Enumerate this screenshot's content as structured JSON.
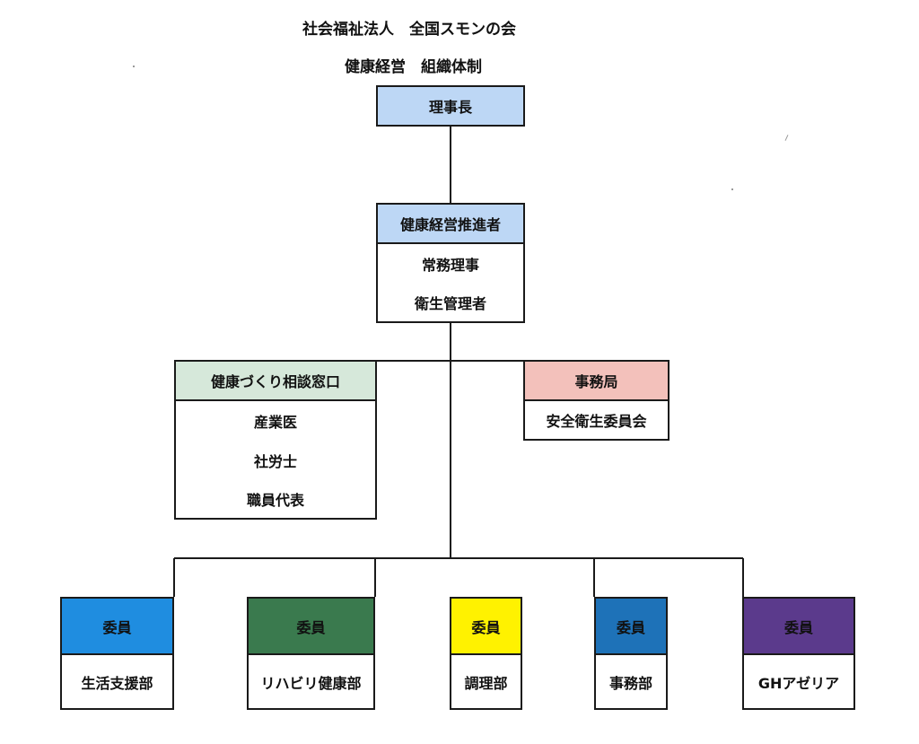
{
  "title": {
    "line1": "社会福祉法人　全国スモンの会",
    "line2": "健康経営　組織体制"
  },
  "chairman": {
    "label": "理事長",
    "color": "#bdd7f5"
  },
  "promoter": {
    "label": "健康経営推進者",
    "color": "#bdd7f5",
    "members": [
      "常務理事",
      "衛生管理者"
    ]
  },
  "consult": {
    "label": "健康づくり相談窓口",
    "color": "#d6e8da",
    "members": [
      "産業医",
      "社労士",
      "職員代表"
    ]
  },
  "office": {
    "label": "事務局",
    "color": "#f3c1bb",
    "members": [
      "安全衛生委員会"
    ]
  },
  "committees": [
    {
      "label": "委員",
      "dept": "生活支援部",
      "color": "#1f8de0"
    },
    {
      "label": "委員",
      "dept": "リハビリ健康部",
      "color": "#3a7a4e"
    },
    {
      "label": "委員",
      "dept": "調理部",
      "color": "#fff200"
    },
    {
      "label": "委員",
      "dept": "事務部",
      "color": "#1e72b8"
    },
    {
      "label": "委員",
      "dept": "GHアゼリア",
      "color": "#5b3a8c"
    }
  ]
}
